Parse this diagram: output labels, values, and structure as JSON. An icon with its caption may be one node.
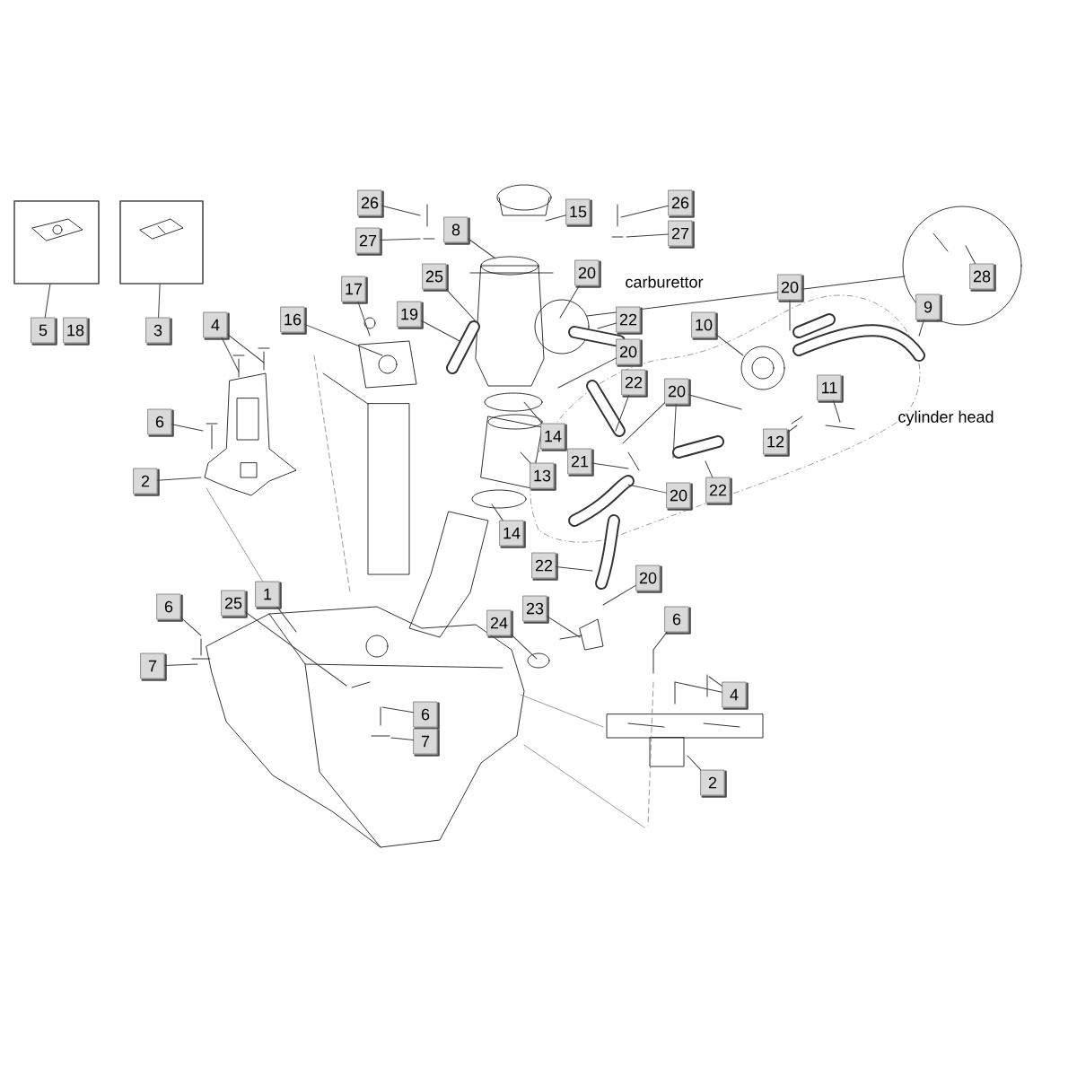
{
  "diagram": {
    "nodes": [
      {
        "text": [],
        "shape": "box"
      },
      {
        "text": [],
        "shape": "box"
      },
      {
        "text": [
          "26"
        ]
      },
      {
        "text": [
          "15"
        ]
      },
      {
        "text": [
          "26"
        ]
      },
      {
        "text": [
          "8"
        ]
      },
      {
        "text": [
          "27"
        ]
      },
      {
        "text": [
          "27"
        ]
      },
      {
        "text": [
          "20"
        ]
      },
      {
        "text": [
          "28"
        ]
      },
      {
        "text": [
          "25"
        ]
      },
      {
        "text": [
          "17"
        ]
      },
      {
        "text": [
          "20"
        ]
      },
      {
        "text": [
          "9"
        ]
      },
      {
        "text": [
          "22"
        ]
      },
      {
        "text": [
          "16"
        ]
      },
      {
        "text": [
          "19"
        ]
      },
      {
        "text": [
          "4"
        ]
      },
      {
        "text": [
          "10"
        ]
      },
      {
        "text": [
          "5"
        ]
      },
      {
        "text": [
          "18"
        ]
      },
      {
        "text": [
          "3"
        ]
      },
      {
        "text": [
          "20"
        ]
      },
      {
        "text": [
          "22"
        ]
      },
      {
        "text": [
          "20"
        ]
      },
      {
        "text": [
          "11"
        ]
      },
      {
        "text": [
          "6"
        ]
      },
      {
        "text": [
          "14"
        ]
      },
      {
        "text": [
          "12"
        ]
      },
      {
        "text": [
          "21"
        ]
      },
      {
        "text": [
          "13"
        ]
      },
      {
        "text": [
          "2"
        ]
      },
      {
        "text": [
          "22"
        ]
      },
      {
        "text": [
          "20"
        ]
      },
      {
        "text": [
          "14"
        ]
      },
      {
        "text": [
          "22"
        ]
      },
      {
        "text": [
          "20"
        ]
      },
      {
        "text": [
          "1"
        ]
      },
      {
        "text": [
          "6"
        ]
      },
      {
        "text": [
          "25"
        ]
      },
      {
        "text": [
          "23"
        ]
      },
      {
        "text": [
          "6"
        ]
      },
      {
        "text": [
          "24"
        ]
      },
      {
        "text": [
          "7"
        ]
      },
      {
        "text": [
          "4"
        ]
      },
      {
        "text": [
          "6"
        ]
      },
      {
        "text": [
          "7"
        ]
      },
      {
        "text": [
          "2"
        ]
      }
    ],
    "edges": [
      {
        "from": 19,
        "to": 0,
        "arrow": "none"
      },
      {
        "from": 21,
        "to": 1,
        "arrow": "none"
      },
      {
        "from": 2,
        "to": null,
        "arrow": "none"
      },
      {
        "from": 3,
        "to": null,
        "arrow": "none"
      },
      {
        "from": 4,
        "to": null,
        "arrow": "none"
      },
      {
        "from": 5,
        "to": null,
        "arrow": "none"
      },
      {
        "from": 6,
        "to": null,
        "arrow": "none"
      },
      {
        "from": 7,
        "to": null,
        "arrow": "none"
      },
      {
        "from": 8,
        "to": null,
        "arrow": "none"
      },
      {
        "from": 9,
        "to": null,
        "arrow": "none"
      },
      {
        "from": 10,
        "to": null,
        "arrow": "none"
      },
      {
        "from": 11,
        "to": null,
        "arrow": "none"
      },
      {
        "from": 12,
        "to": null,
        "arrow": "none"
      },
      {
        "from": 13,
        "to": null,
        "arrow": "none"
      },
      {
        "from": 14,
        "to": null,
        "arrow": "none"
      },
      {
        "from": 15,
        "to": null,
        "arrow": "none"
      },
      {
        "from": 16,
        "to": null,
        "arrow": "none"
      },
      {
        "from": 17,
        "to": null,
        "arrow": "none"
      },
      {
        "from": 17,
        "to": null,
        "arrow": "none"
      },
      {
        "from": 18,
        "to": null,
        "arrow": "none"
      },
      {
        "from": 22,
        "to": null,
        "arrow": "none"
      },
      {
        "from": 23,
        "to": null,
        "arrow": "none"
      },
      {
        "from": 24,
        "to": null,
        "arrow": "none"
      },
      {
        "from": 24,
        "to": null,
        "arrow": "none"
      },
      {
        "from": 24,
        "to": null,
        "arrow": "none"
      },
      {
        "from": 25,
        "to": null,
        "arrow": "none"
      },
      {
        "from": 26,
        "to": null,
        "arrow": "none"
      },
      {
        "from": 27,
        "to": null,
        "arrow": "none"
      },
      {
        "from": 28,
        "to": null,
        "arrow": "none"
      },
      {
        "from": 29,
        "to": null,
        "arrow": "none"
      },
      {
        "from": 30,
        "to": null,
        "arrow": "none"
      },
      {
        "from": 31,
        "to": null,
        "arrow": "none"
      },
      {
        "from": 32,
        "to": null,
        "arrow": "none"
      },
      {
        "from": 33,
        "to": null,
        "arrow": "none"
      },
      {
        "from": 34,
        "to": null,
        "arrow": "none"
      },
      {
        "from": 35,
        "to": null,
        "arrow": "none"
      },
      {
        "from": 36,
        "to": null,
        "arrow": "none"
      },
      {
        "from": 37,
        "to": null,
        "arrow": "none"
      },
      {
        "from": 38,
        "to": null,
        "arrow": "none"
      },
      {
        "from": 39,
        "to": null,
        "arrow": "none"
      },
      {
        "from": 40,
        "to": null,
        "arrow": "none"
      },
      {
        "from": 41,
        "to": null,
        "arrow": "none"
      },
      {
        "from": 42,
        "to": null,
        "arrow": "none"
      },
      {
        "from": 43,
        "to": null,
        "arrow": "none"
      },
      {
        "from": 44,
        "to": null,
        "arrow": "none"
      },
      {
        "from": 44,
        "to": null,
        "arrow": "none"
      },
      {
        "from": 45,
        "to": null,
        "arrow": "none"
      },
      {
        "from": 46,
        "to": null,
        "arrow": "none"
      },
      {
        "from": 47,
        "to": null,
        "arrow": "none"
      }
    ],
    "labels": [
      "carburettor",
      "cylinder head"
    ]
  }
}
